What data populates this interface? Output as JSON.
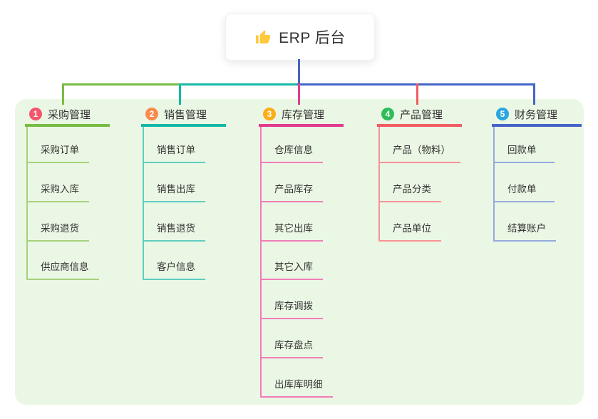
{
  "root": {
    "title": "ERP 后台",
    "icon": "thumbs-up-icon",
    "connector_color": "#4A62C6",
    "icon_color": "#FFC83D"
  },
  "canvas": {
    "background_color": "#FFFFFF",
    "panel_color": "#EBF7E5"
  },
  "branches": [
    {
      "badge": "1",
      "label": "采购管理",
      "line_color": "#79BC43",
      "child_line_color": "#A6D37B",
      "badge_color": "#F4566B",
      "children": [
        {
          "label": "采购订单"
        },
        {
          "label": "采购入库"
        },
        {
          "label": "采购退货"
        },
        {
          "label": "供应商信息"
        }
      ]
    },
    {
      "badge": "2",
      "label": "销售管理",
      "line_color": "#15B8A6",
      "child_line_color": "#5FCDC0",
      "badge_color": "#FA8B4C",
      "children": [
        {
          "label": "销售订单"
        },
        {
          "label": "销售出库"
        },
        {
          "label": "销售退货"
        },
        {
          "label": "客户信息"
        }
      ]
    },
    {
      "badge": "3",
      "label": "库存管理",
      "line_color": "#E03C92",
      "child_line_color": "#F07EB8",
      "badge_color": "#FBAE17",
      "children": [
        {
          "label": "仓库信息"
        },
        {
          "label": "产品库存"
        },
        {
          "label": "其它出库"
        },
        {
          "label": "其它入库"
        },
        {
          "label": "库存调拨"
        },
        {
          "label": "库存盘点"
        },
        {
          "label": "出库库明细"
        }
      ]
    },
    {
      "badge": "4",
      "label": "产品管理",
      "line_color": "#F25C62",
      "child_line_color": "#F79297",
      "badge_color": "#2EBD59",
      "children": [
        {
          "label": "产品（物料）"
        },
        {
          "label": "产品分类"
        },
        {
          "label": "产品单位"
        }
      ]
    },
    {
      "badge": "5",
      "label": "财务管理",
      "line_color": "#4464C8",
      "child_line_color": "#94AADF",
      "badge_color": "#2BA7E0",
      "children": [
        {
          "label": "回款单"
        },
        {
          "label": "付款单"
        },
        {
          "label": "结算账户"
        }
      ]
    }
  ]
}
